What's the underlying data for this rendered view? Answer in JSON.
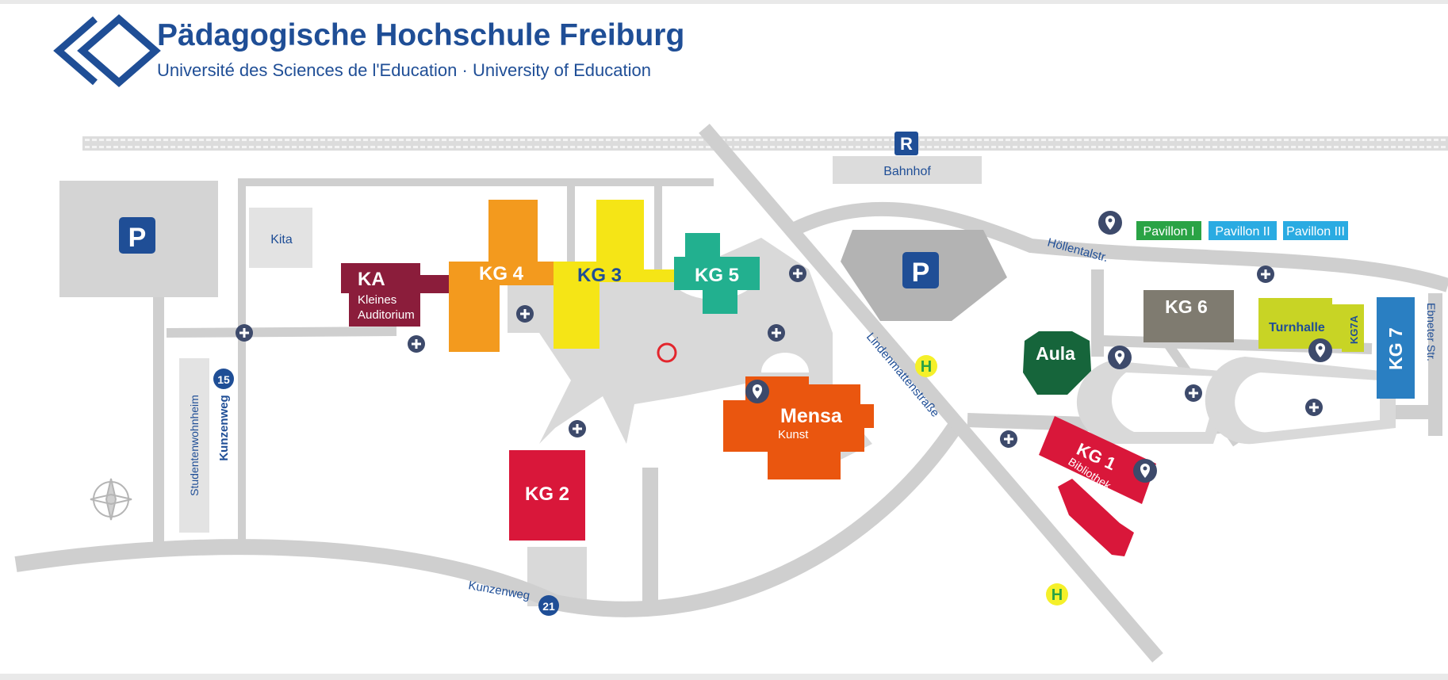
{
  "header": {
    "title": "Pädagogische Hochschule Freiburg",
    "subtitle": "Université des Sciences de l'Education · University of Education"
  },
  "colors": {
    "brand": "#1f4e96",
    "road": "#cfcfcf",
    "plaza": "#d9d9d9",
    "ka": "#8b1d3b",
    "kg4": "#f39a1e",
    "kg3": "#f5e516",
    "kg5": "#22b08f",
    "kg2": "#d9173a",
    "mensa": "#ea560f",
    "kg1": "#d9173a",
    "kg6": "#7f7b70",
    "turnhalle": "#c8d425",
    "kg7": "#2a7fc2",
    "aula": "#16653b",
    "pavillon1": "#2aa345",
    "pavillon2": "#2aabe2",
    "bus_stop": "#f5f02a"
  },
  "icons": {
    "parking": "parking-icon",
    "rail": "rail-station-icon",
    "bus_stop": "bus-stop-icon",
    "location_pin": "location-pin-icon",
    "first_aid": "first-aid-icon",
    "compass": "compass-icon",
    "meeting_point": "meeting-point-icon"
  },
  "buildings": {
    "ka": {
      "code": "KA",
      "line1": "Kleines",
      "line2": "Auditorium"
    },
    "kg4": {
      "code": "KG 4"
    },
    "kg3": {
      "code": "KG 3"
    },
    "kg5": {
      "code": "KG 5"
    },
    "kg2": {
      "code": "KG 2"
    },
    "mensa": {
      "code": "Mensa",
      "sub": "Kunst"
    },
    "kg1": {
      "code": "KG 1",
      "sub": "Bibliothek"
    },
    "kg6": {
      "code": "KG 6"
    },
    "turnhalle": {
      "code": "Turnhalle"
    },
    "kg7a": {
      "code": "KG7A"
    },
    "kg7": {
      "code": "KG 7"
    },
    "aula": {
      "code": "Aula"
    },
    "kita": {
      "code": "Kita"
    },
    "studentenwohnheim": {
      "code": "Studentenwohnheim"
    }
  },
  "pavillons": [
    "Pavillon I",
    "Pavillon II",
    "Pavillon III"
  ],
  "labels": {
    "parking": "P",
    "rail": "R",
    "bahnhof": "Bahnhof",
    "bus": "H",
    "kunzenweg_15": "15",
    "kunzenweg_21": "21"
  },
  "streets": {
    "kunzenweg": "Kunzenweg",
    "hoellentalstr": "Höllentalstr.",
    "lindenmattenstrasse": "Lindenmattenstraße",
    "ebneter_str": "Ebneter Str."
  }
}
